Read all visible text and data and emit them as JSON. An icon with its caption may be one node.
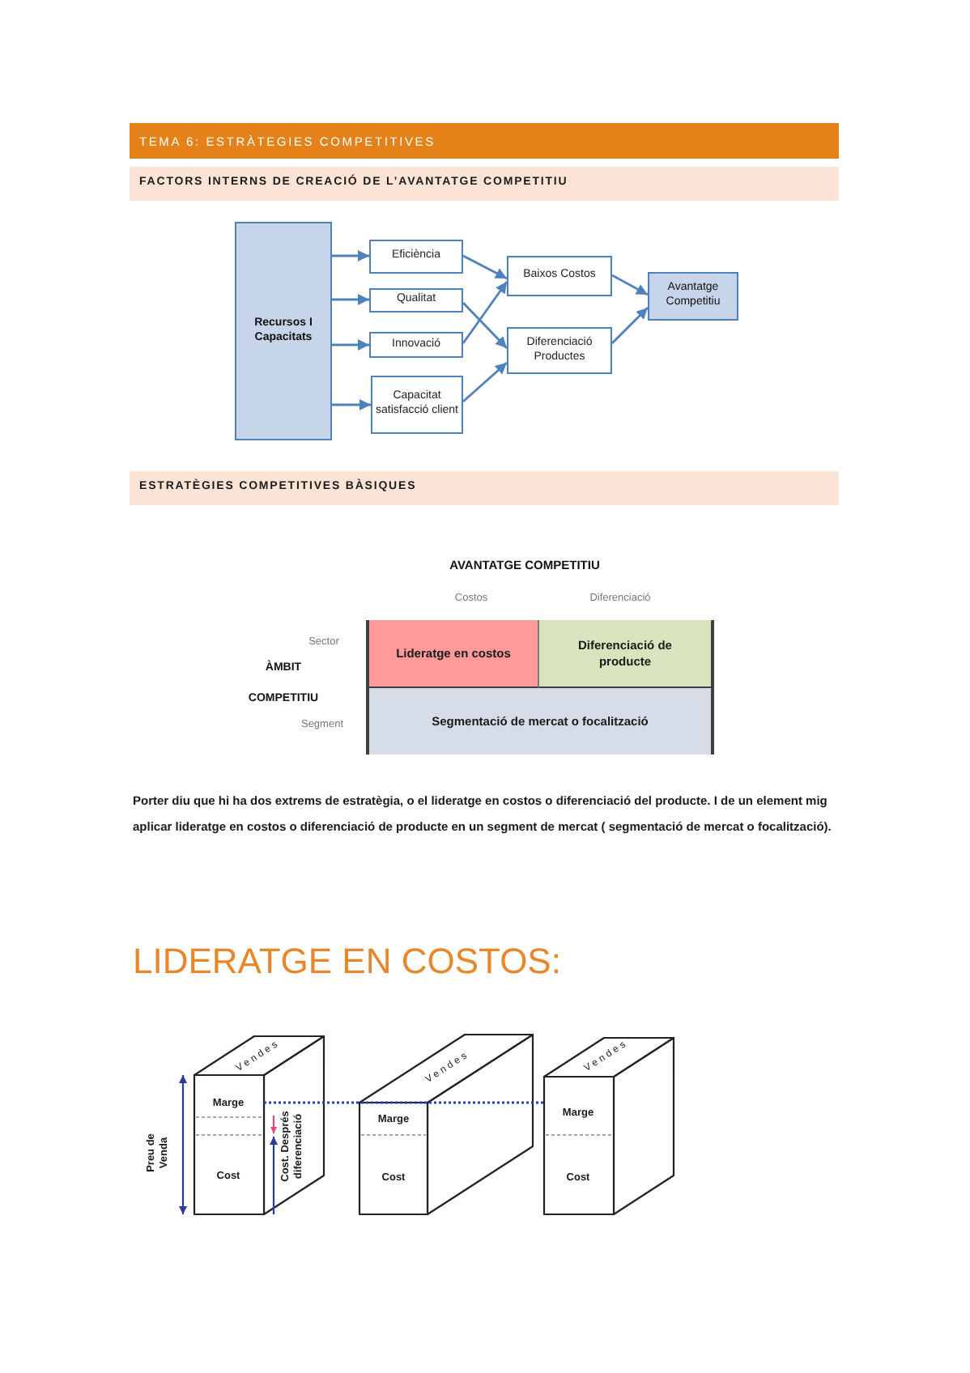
{
  "diagram": {
    "title": "TEMA 6: ESTRÀTEGIES COMPETITIVES",
    "nodes": [
      {
        "text": [
          "FACTORS INTERNS DE CREACIÓ DE L’AVANTATGE COMPETITIU"
        ]
      },
      {
        "text": [
          "Recursos I Capacitats"
        ]
      },
      {
        "text": [
          "Eficiència"
        ]
      },
      {
        "text": [
          "Qualitat"
        ]
      },
      {
        "text": [
          "Innovació"
        ]
      },
      {
        "text": [
          "Capacitat satisfacció client"
        ]
      },
      {
        "text": [
          "Baixos Costos"
        ]
      },
      {
        "text": [
          "Diferenciació Productes"
        ]
      },
      {
        "text": [
          "Avantatge Competitiu"
        ]
      },
      {
        "text": [
          "ESTRATÈGIES COMPETITIVES BÀSIQUES"
        ]
      },
      {
        "text": [
          "Lideratge en costos"
        ]
      },
      {
        "text": [
          "Diferenciació de producte"
        ]
      },
      {
        "text": [
          "Segmentació de mercat o focalització"
        ]
      }
    ],
    "edges": [
      {
        "from": 1,
        "to": 2,
        "arrow": "to"
      },
      {
        "from": 1,
        "to": 3,
        "arrow": "to"
      },
      {
        "from": 1,
        "to": 4,
        "arrow": "to"
      },
      {
        "from": 1,
        "to": 5,
        "arrow": "to"
      },
      {
        "from": 2,
        "to": 6,
        "arrow": "to"
      },
      {
        "from": 3,
        "to": 7,
        "arrow": "to"
      },
      {
        "from": 4,
        "to": 6,
        "arrow": "to"
      },
      {
        "from": 5,
        "to": 7,
        "arrow": "to"
      },
      {
        "from": 6,
        "to": 8,
        "arrow": "to"
      },
      {
        "from": 7,
        "to": 8,
        "arrow": "to"
      }
    ],
    "labels": [
      "AVANTATGE COMPETITIU",
      "Costos",
      "Diferenciació",
      "Sector",
      "ÀMBIT",
      "COMPETITIU",
      "Segment",
      "Porter diu que hi ha dos extrems de estratègia, o el lideratge en costos o diferenciació del producte. I de un element mig aplicar lideratge en costos o diferenciació de producte en un segment de mercat ( segmentació de mercat o focalització).",
      "LIDERATGE EN COSTOS:",
      "Vendes",
      "Vendes",
      "Vendes",
      "Marge",
      "Marge",
      "Marge",
      "Preu de Venda",
      "Cost. Després diferenciació",
      "Cost",
      "Cost",
      "Cost"
    ]
  }
}
